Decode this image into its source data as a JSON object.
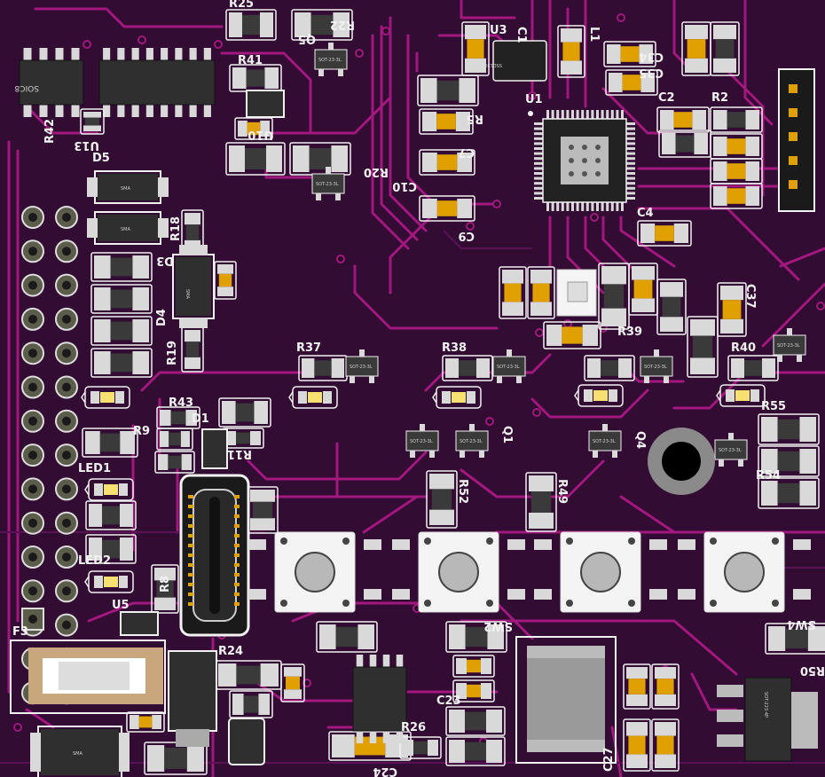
{
  "board": {
    "colors": {
      "substrate": "#2b0a2c",
      "trace": "#a3187e",
      "trace_dim": "#5c1055",
      "silk": "#f2f2f2",
      "pad": "#d9d9d9",
      "gold": "#e0a000",
      "body": "#3a3a3a"
    },
    "silk_labels": [
      {
        "id": "R25",
        "text": "R25"
      },
      {
        "id": "R22",
        "text": "R22"
      },
      {
        "id": "U3",
        "text": "U3"
      },
      {
        "id": "L1",
        "text": "L1"
      },
      {
        "id": "C1",
        "text": "C1"
      },
      {
        "id": "C34",
        "text": "C34"
      },
      {
        "id": "C35",
        "text": "C35"
      },
      {
        "id": "R41",
        "text": "R41"
      },
      {
        "id": "Q5",
        "text": "Q5"
      },
      {
        "id": "R42",
        "text": "R42"
      },
      {
        "id": "U10",
        "text": "U10"
      },
      {
        "id": "R20",
        "text": "R20"
      },
      {
        "id": "R5",
        "text": "R5"
      },
      {
        "id": "U1",
        "text": "U1"
      },
      {
        "id": "C2",
        "text": "C2"
      },
      {
        "id": "R2",
        "text": "R2"
      },
      {
        "id": "C7",
        "text": "C7"
      },
      {
        "id": "C10",
        "text": "C10"
      },
      {
        "id": "C4",
        "text": "C4"
      },
      {
        "id": "C9",
        "text": "C9"
      },
      {
        "id": "C37",
        "text": "C37"
      },
      {
        "id": "D5",
        "text": "D5"
      },
      {
        "id": "R18",
        "text": "R18"
      },
      {
        "id": "D3",
        "text": "D3"
      },
      {
        "id": "D4",
        "text": "D4"
      },
      {
        "id": "R19",
        "text": "R19"
      },
      {
        "id": "R37",
        "text": "R37"
      },
      {
        "id": "R38",
        "text": "R38"
      },
      {
        "id": "R39",
        "text": "R39"
      },
      {
        "id": "R40",
        "text": "R40"
      },
      {
        "id": "R43",
        "text": "R43"
      },
      {
        "id": "D1",
        "text": "D1"
      },
      {
        "id": "R9",
        "text": "R9"
      },
      {
        "id": "R11",
        "text": "R11"
      },
      {
        "id": "Q1",
        "text": "Q1"
      },
      {
        "id": "Q4",
        "text": "Q4"
      },
      {
        "id": "R55",
        "text": "R55"
      },
      {
        "id": "R54",
        "text": "R54"
      },
      {
        "id": "R52",
        "text": "R52"
      },
      {
        "id": "R49",
        "text": "R49"
      },
      {
        "id": "LED1",
        "text": "LED1"
      },
      {
        "id": "LED2",
        "text": "LED2"
      },
      {
        "id": "U5",
        "text": "U5"
      },
      {
        "id": "R8",
        "text": "R8"
      },
      {
        "id": "F3",
        "text": "F3"
      },
      {
        "id": "R24",
        "text": "R24"
      },
      {
        "id": "SW2",
        "text": "SW2"
      },
      {
        "id": "SW4",
        "text": "SW4"
      },
      {
        "id": "R50",
        "text": "R50"
      },
      {
        "id": "C23",
        "text": "C23"
      },
      {
        "id": "R26",
        "text": "R26"
      },
      {
        "id": "C24",
        "text": "C24"
      },
      {
        "id": "C27",
        "text": "C27"
      },
      {
        "id": "U13",
        "text": "U13"
      }
    ],
    "package_labels": {
      "soic8": "SOIC8",
      "sma": "SMA",
      "sot23": "SOT-23-3L",
      "sot223": "SOT-223-4P",
      "oled_chip": "SSD1306"
    }
  }
}
